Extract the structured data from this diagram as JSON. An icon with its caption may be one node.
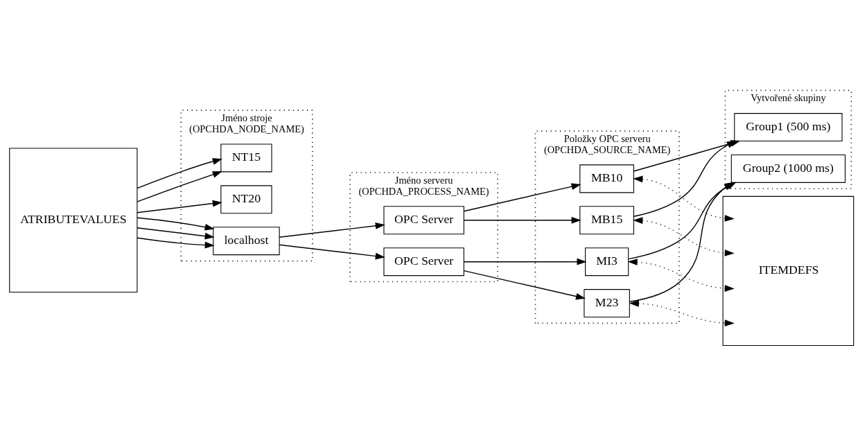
{
  "diagram": {
    "nodes": [
      {
        "text": [
          "ATRIBUTEVALUES"
        ]
      },
      {
        "text": [
          "Jméno stroje",
          "(OPCHDA_NODE_NAME)"
        ]
      },
      {
        "text": [
          "NT15"
        ],
        "in": 1
      },
      {
        "text": [
          "NT20"
        ],
        "in": 1
      },
      {
        "text": [
          "localhost"
        ],
        "in": 1
      },
      {
        "text": [
          "Jméno serveru",
          "(OPCHDA_PROCESS_NAME)"
        ]
      },
      {
        "text": [
          "OPC Server"
        ],
        "in": 5
      },
      {
        "text": [
          "OPC Server"
        ],
        "in": 5
      },
      {
        "text": [
          "Položky OPC serveru",
          "(OPCHDA_SOURCE_NAME)"
        ]
      },
      {
        "text": [
          "MB10"
        ],
        "in": 8
      },
      {
        "text": [
          "MB15"
        ],
        "in": 8
      },
      {
        "text": [
          "MI3"
        ],
        "in": 8
      },
      {
        "text": [
          "M23"
        ],
        "in": 8
      },
      {
        "text": [
          "Vytvořené skupiny"
        ]
      },
      {
        "text": [
          "Group1 (500 ms)"
        ],
        "in": 13
      },
      {
        "text": [
          "Group2 (1000 ms)"
        ],
        "in": 13
      },
      {
        "text": [
          "ITEMDEFS"
        ]
      }
    ],
    "edges": [
      {
        "from": 0,
        "to": 2,
        "arrow": "to"
      },
      {
        "from": 0,
        "to": 4,
        "arrow": "to"
      },
      {
        "from": 0,
        "to": 3,
        "arrow": "to"
      },
      {
        "from": 0,
        "to": 4,
        "arrow": "to"
      },
      {
        "from": 0,
        "to": 2,
        "arrow": "to"
      },
      {
        "from": 0,
        "to": 4,
        "arrow": "to"
      },
      {
        "from": 4,
        "to": 6,
        "arrow": "to"
      },
      {
        "from": 4,
        "to": 7,
        "arrow": "to"
      },
      {
        "from": 6,
        "to": 9,
        "arrow": "to"
      },
      {
        "from": 6,
        "to": 10,
        "arrow": "to"
      },
      {
        "from": 7,
        "to": 11,
        "arrow": "to"
      },
      {
        "from": 7,
        "to": 12,
        "arrow": "to"
      },
      {
        "from": 9,
        "to": 14,
        "arrow": "to"
      },
      {
        "from": 10,
        "to": 14,
        "arrow": "to"
      },
      {
        "from": 11,
        "to": 15,
        "arrow": "to"
      },
      {
        "from": 12,
        "to": 15,
        "arrow": "to"
      },
      {
        "from": 9,
        "to": 16,
        "arrow": "both",
        "style": "dashed"
      },
      {
        "from": 10,
        "to": 16,
        "arrow": "both",
        "style": "dashed"
      },
      {
        "from": 11,
        "to": 16,
        "arrow": "both",
        "style": "dashed"
      },
      {
        "from": 12,
        "to": 16,
        "arrow": "both",
        "style": "dashed"
      }
    ]
  }
}
